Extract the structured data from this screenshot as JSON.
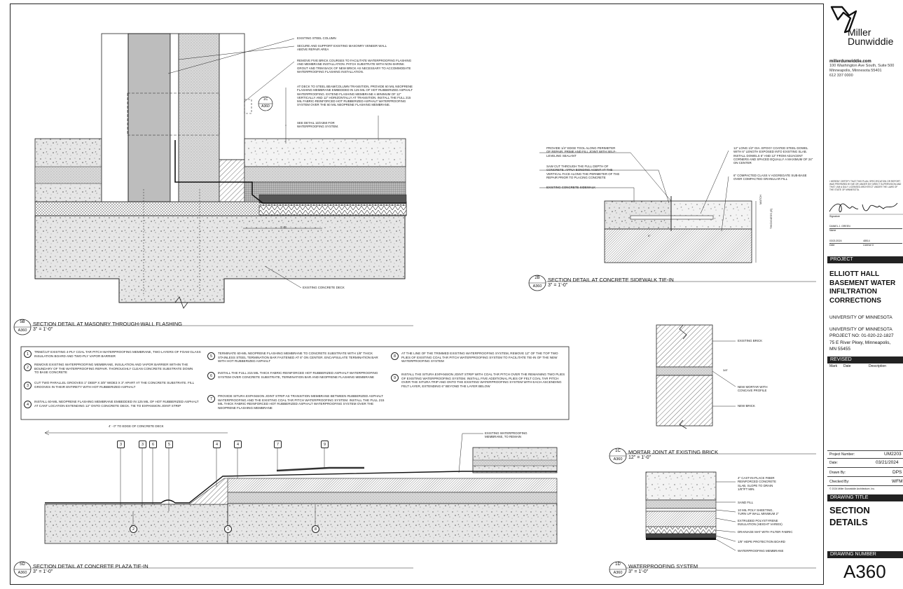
{
  "firm": {
    "name_line1": "Miller",
    "name_line2": "Dunwiddie",
    "website": "millerdunwiddie.com",
    "address1": "100 Washington Ave South, Suite 500",
    "address2": "Minneapolis, Minnesota 55401",
    "phone": "612 337 0000"
  },
  "certification": {
    "statement": "I HEREBY CERTIFY THAT THIS PLAN, SPECIFICATION OR REPORT WAS PREPARED BY ME OR UNDER MY DIRECT SUPERVISION AND THAT I AM A DULY LICENSED ARCHITECT UNDER THE LAWS OF THE STATE OF MINNESOTA.",
    "signature_label": "Signature",
    "name_value": "DANIEL J. GREEN",
    "name_label": "Name",
    "date_value": "03/21/2024",
    "date_label": "Date",
    "license_value": "48514",
    "license_label": "License #"
  },
  "project": {
    "header": "PROJECT",
    "title_lines": [
      "ELLIOTT HALL",
      "BASEMENT WATER",
      "INFILTRATION",
      "CORRECTIONS"
    ],
    "client": "UNIVERSITY OF MINNESOTA",
    "client2": "UNIVERSITY OF MINNESOTA",
    "project_no": "PROJECT NO: 01-020-22-1827",
    "addr1": "75 E River Pkwy, Minneapolis,",
    "addr2": "MN 55455"
  },
  "revised": {
    "header": "REVISED",
    "col_mark": "Mark",
    "col_date": "Date",
    "col_desc": "Description"
  },
  "info": {
    "project_number_label": "Project Number:",
    "project_number_value": "UM2203",
    "date_label": "Date:",
    "date_value": "03/21/2024",
    "drawn_by_label": "Drawn By:",
    "drawn_by_value": "DPS",
    "checked_by_label": "Checked By:",
    "checked_by_value": "WFM",
    "copyright": "© 2024 Miller Dunwiddie Architecture, Inc."
  },
  "drawing_title": {
    "header": "DRAWING TITLE",
    "line1": "SECTION",
    "line2": "DETAILS"
  },
  "drawing_number": {
    "header": "DRAWING NUMBER",
    "value": "A360"
  },
  "details": {
    "d5b": {
      "num": "5B",
      "sheet": "A360",
      "title": "SECTION DETAIL AT MASONRY THROUGH-WALL FLASHING",
      "scale": "3\" = 1'-0\""
    },
    "d2b": {
      "num": "2B",
      "sheet": "A360",
      "title": "SECTION DETAIL AT CONCRETE SIDEWALK TIE-IN",
      "scale": "3\" = 1'-0\""
    },
    "d1c": {
      "num": "1C",
      "sheet": "A360",
      "title": "MORTAR JOINT AT EXISTING BRICK",
      "scale": "12\" = 1'-0\""
    },
    "d5d": {
      "num": "5D",
      "sheet": "A360",
      "title": "SECTION DETAIL AT CONCRETE PLAZA TIE-IN",
      "scale": "3\" = 1'-0\""
    },
    "d1d": {
      "num": "1D",
      "sheet": "A360",
      "title": "WATERPROOFING SYSTEM",
      "scale": "3\" = 1'-0\""
    }
  },
  "callout_1c": {
    "num": "1C",
    "sheet": "A360"
  },
  "annotations_5b": [
    "EXISTING STEEL COLUMN",
    "SECURE AND SUPPORT EXISTING MASONRY VENEER WALL ABOVE REPAIR AREA",
    "REMOVE FIVE BRICK COURSES TO FACILITATE WATERPROOFING FLASHING AND MEMBRANE INSTALLATION. PATCH SUBSTRATE WITH NON-SHRINK GROUT AND TRIM BACK OF NEW BRICK AS NECESSARY TO ACCOMMODATE WATERPROOFING FLASHING INSTALLATION.",
    "AT DECK TO STEEL BEAM/COLUMN TRANSITION, PROVIDE 60 MIL NEOPRENE FLASHING MEMBRANE EMBEDDED IN 125 MIL OF HOT RUBBERIZED ASPHALT WATERPROOFING. EXTEND FLASHING MEMBRANE A MINIMUM OF 12\" VERTICALLY AND 12\" HORIZONTALLY AT TRANSITION. INSTALL THE FULL 215 MIL FABRIC-REINFORCED HOT RUBBERIZED ASPHALT WATERPROOFING SYSTEM OVER THE 60 MIL NEOPRENE FLASHING MEMBRANE.",
    "SEE DETAIL 1D/A360 FOR WATERPROOFING SYSTEM.",
    "EXISTING CONCRETE DECK"
  ],
  "dim_5b": "1'-0\"",
  "annotations_2b_left": [
    "PROVIDE 1/4\" EDGE TOOL ALONG PERIMETER OF REPAIR. PRIME AND FILL JOINT WITH SELF-LEVELING SEALANT",
    "SAW CUT THROUGH THE FULL DEPTH OF CONCRETE. APPLY BONDING AGENT AT THE VERTICAL FACE ALONG THE PERIMETER OF THE REPAIR PRIOR TO PLACING CONCRETE",
    "EXISTING CONCRETE SIDEWALK"
  ],
  "annotations_2b_right": [
    "12\" LONG 1/2\" DIA. EPOXY COATED STEEL DOWEL WITH 6\" LENGTH EXPOSED INTO EXISTING SLAB. INSTALL DOWELS 6\" AND 12\" FROM ADJACENT CORNERS AND SPACED EQUALLY A MAXIMUM OF 24\" ON CENTER",
    "6\" COMPACTED CLASS V AGGREGATE SUB-BASE OVER COMPACTED GRANULAR FILL"
  ],
  "dims_2b": [
    "MATCH",
    "THICKNESS (E)",
    "6\""
  ],
  "annotations_1c": [
    "EXISTING BRICK",
    "NEW MORTAR WITH CONCAVE PROFILE",
    "NEW BRICK"
  ],
  "dim_1c": "3/8\"",
  "annotations_1d": [
    "4\" CAST-IN-PLACE FIBER REINFORCED CONCRETE SLAB, SLOPE TO DRAIN 1/8\"/FT MIN.",
    "SAND FILL",
    "10 MIL POLY SHEETING, TURN UP WALL MINIMUM 2\"",
    "EXTRUDED POLYSTYRENE INSULATION (HEIGHT VARIES)",
    "DRAINAGE MAT WITH FILTER FABRIC",
    "1/8\" HDPE PROTECTION BOARD",
    "WATERPROOFING MEMBRANE"
  ],
  "keynotes": [
    {
      "n": "1",
      "text": "TRIM/CUT EXISTING 4-PLY COAL TAR PITCH WATERPROOFING MEMBRANE, TWO LAYERS OF FOAM GLASS INSULATION BOARD AND TWO-PLY VAPOR BARRIER"
    },
    {
      "n": "2",
      "text": "REMOVE EXISTING WATERPROOFING MEMBRANE, INSULATION AND VAPOR BARRIER WITHIN THE BOUNDARY OF THE WATERPROOFING REPAIR. THOROUGHLY CLEAN CONCRETE SUBSTRATE DOWN TO BASE CONCRETE"
    },
    {
      "n": "3",
      "text": "CUT TWO PARALLEL GROOVES 1\" DEEP X 3/8\" WIDE3 X 3\" APART AT THE CONCRETE SUBSTRATE. FILL GROOVES IN THEIR ENTIRETY WITH HOT RUBBERIZED ASPHALT"
    },
    {
      "n": "4",
      "text": "INSTALL 60-MIL NEOPRENE FLASHING MEMBRANE EMBEDDED IN 125 MIL OF HOT RUBBERIZED ASPHALT AT CANT LOCATION EXTENDING 12\" ONTO CONCRETE DECK. TIE TO EXPANSION JOINT STRIP"
    },
    {
      "n": "5",
      "text": "TERMINATE 60-MIL NEOPRENE FLASHING MEMBRANE TO CONCRETE SUBSTRATE WITH 1/8\" THICK STAINLESS STEEL TERMINATION BAR FASTENED AT 6\" ON CENTER. ENCAPSULATE TERMINATION BAR WITH HOT RUBBERIZED ASPHALT"
    },
    {
      "n": "6",
      "text": "INSTALL THE FULL 215 MIL THICK FABRIC-REINFORCED HOT RUBBERIZED ASPHALT WATERPROOFING SYSTEM OVER CONCRETE SUBSTRATE, TERMINATION BAR AND NEOPRENE FLASHING MEMBRANE"
    },
    {
      "n": "7",
      "text": "PROVIDE SITURA EXPANSION JOINT STRIP AS TRANSITION MEMBRANE BETWEEN RUBBERIZED ASPHALT WATERPROOFING AND THE EXISTING COAL TAR PITCH WATERPROOFING SYSTEM. INSTALL THE FULL 215 MIL THICK FABRIC-REINFORCED HOT RUBBERIZED ASPHALT WATERPROOFING SYSTEM OVER THE NEOPRENE FLASHING MEMBRANE"
    },
    {
      "n": "8",
      "text": "AT THE LINE OF THE TRIMMED EXISTING WATERPROOFING SYSTEM, REMOVE 12\" OF THE TOP TWO PLIES OF EXISTING COAL TAR PITCH WATERPROOFING SYSTEM TO FACILITATE TIE-IN OF THE NEW WATERPROOFING SYSTEM"
    },
    {
      "n": "9",
      "text": "INSTALL THE SITURA EXPANSION JOINT STRIP WITH COAL TAR PITCH OVER THE REMAINING TWO PLIES OF EXISTING WATERPROOFING SYSTEM. INSTALL FIVE ADDITIONAL PLIES OF FELT COAL TAR PITCH OVER THE SITURA TRIP AND ONTO THE EXISTING WATERPROOFING SYSTEM WITH EACH ASCENDING FELT LAYER, EXTENDING 6\" BEYOND THE LAYER BELOW"
    }
  ],
  "annotations_5d": {
    "dim": "4' - 0\" TO EDGE OF CONCRETE DECK",
    "existing": "EXISTING WATERPROOFING MEMBRANE, TO REMAIN",
    "top_tags": [
      "3",
      "3",
      "6",
      "5",
      "4",
      "4",
      "7",
      "9"
    ],
    "low_tags": [
      "2",
      "1",
      "8"
    ]
  }
}
